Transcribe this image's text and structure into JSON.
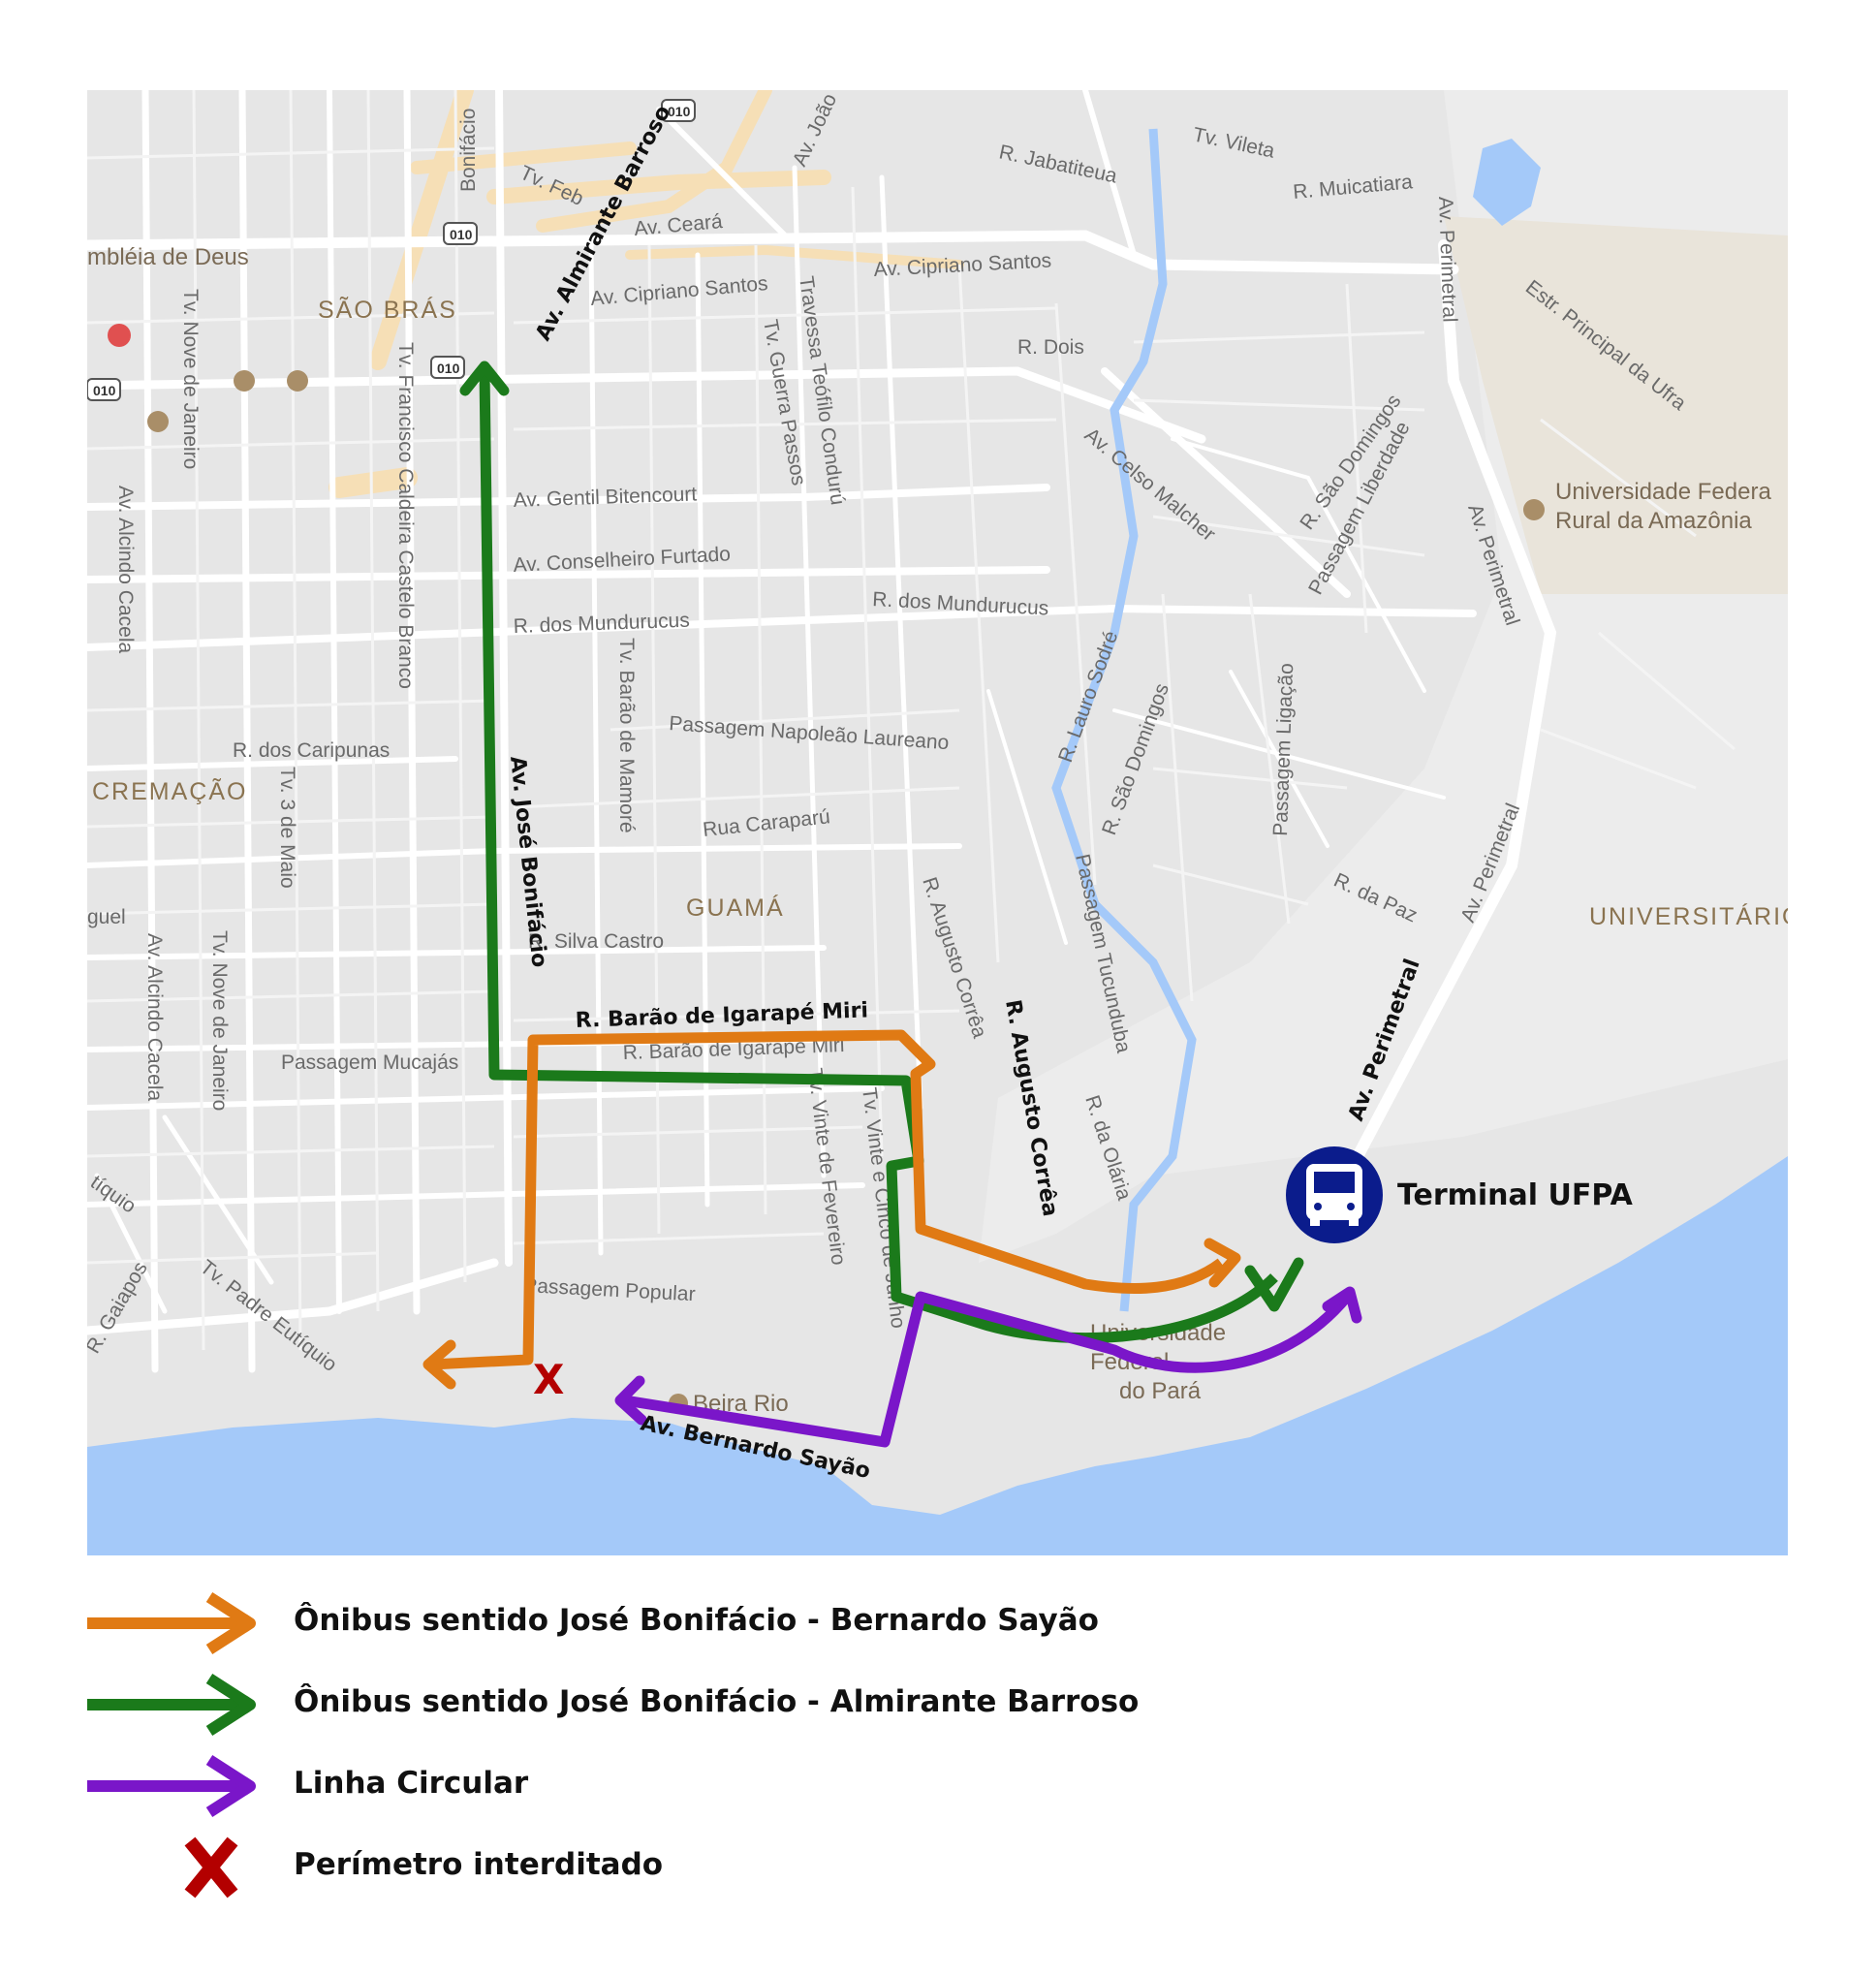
{
  "colors": {
    "land": "#e6e6e6",
    "road": "#ffffff",
    "water": "#a4c9f9",
    "highlight_road": "#f6dfb6",
    "orange_route": "#e07a14",
    "green_route": "#1b7a1b",
    "purple_route": "#7a16c9",
    "closure": "#b30000",
    "terminal_badge": "#0b1c8c"
  },
  "map": {
    "districts": [
      "SÃO BRÁS",
      "CREMAÇÃO",
      "GUAMÁ",
      "UNIVERSITÁRIO"
    ],
    "streets": [
      "Av. Almirante Barroso",
      "Av. Ceará",
      "Av. Cipriano Santos",
      "Av. Cipriano Santos",
      "Tv. Feb",
      "Av. João",
      "R. Jabatiteua",
      "Tv. Vileta",
      "R. Muicatiara",
      "R. Dois",
      "Av. Gentil Bitencourt",
      "Av. Conselheiro Furtado",
      "R. dos Mundurucus",
      "R. dos Mundurucus",
      "R. dos Caripunas",
      "Passagem Napoleão Laureano",
      "Rua Caraparú",
      "R. Silva Castro",
      "Passagem Mucajás",
      "Passagem Popular",
      "Tv. Nove de Janeiro",
      "Tv. Nove de Janeiro",
      "Av. Alcindo Cacela",
      "Av. Alcindo Cacela",
      "Tv. 3 de Maio",
      "Tv. Francisco Caldeira Castelo Branco",
      "Tv. Guerra Passos",
      "Travessa Teófilo Condurú",
      "Tv. Barão de Mamoré",
      "Av. Celso Malcher",
      "R. São Domingos",
      "Passagem Liberdade",
      "Av. Perimetral",
      "Av. Perimetral",
      "Av. Perimetral",
      "Estr. Principal da Ufra",
      "R. Lauro Sodré",
      "R. São Domingos",
      "Passagem Ligação",
      "Passagem Tucunduba",
      "R. da Olária",
      "R. da Paz",
      "R. Augusto Corrêa",
      "R. Barão de Igarapé Miri",
      "Tv. Vinte de Fevereiro",
      "Tv. Vinte e Cinco de Junho",
      "Tv. Padre Eutíquio",
      "R. Gaiapos",
      "Bonifácio",
      "guel",
      "tíquio"
    ],
    "route_labels": {
      "almirante_barroso": "Av. Almirante Barroso",
      "jose_bonifacio": "Av. José Bonifácio",
      "barao_igarape_miri": "R. Barão de Igarapé Miri",
      "augusto_correa": "R. Augusto Corrêa",
      "perimetral": "Av. Perimetral",
      "bernardo_sayao": "Av. Bernardo Sayão"
    },
    "pois": {
      "assembleia": "mbléia de Deus",
      "ufra": [
        "Universidade Federa",
        "Rural da Amazônia"
      ],
      "ufpa": [
        "Universidade",
        "Federal",
        "do Pará"
      ],
      "beira_rio": "Beira Rio"
    },
    "highway_shield": "010",
    "terminal": "Terminal UFPA",
    "closure_mark": "X"
  },
  "legend": [
    {
      "icon": "orange-arrow-icon",
      "label": "Ônibus sentido José Bonifácio - Bernardo Sayão"
    },
    {
      "icon": "green-arrow-icon",
      "label": "Ônibus sentido José Bonifácio - Almirante Barroso"
    },
    {
      "icon": "purple-arrow-icon",
      "label": "Linha Circular"
    },
    {
      "icon": "red-x-icon",
      "label": "Perímetro interditado"
    }
  ]
}
